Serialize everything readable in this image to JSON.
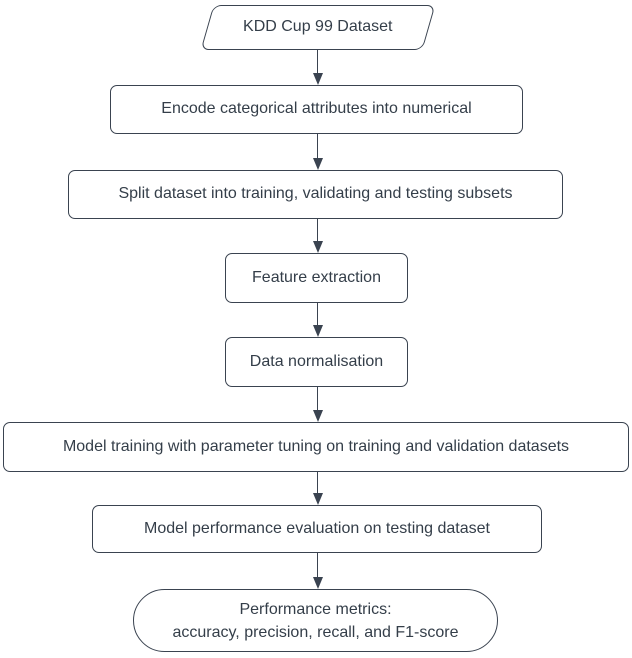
{
  "diagram": {
    "type": "flowchart",
    "colors": {
      "stroke": "#3a4350",
      "text": "#343e49",
      "background": "#ffffff"
    },
    "nodes": [
      {
        "id": "dataset",
        "shape": "parallelogram",
        "label": "KDD Cup 99 Dataset"
      },
      {
        "id": "encode",
        "shape": "rect",
        "label": "Encode categorical attributes into numerical"
      },
      {
        "id": "split",
        "shape": "rect",
        "label": "Split dataset into training, validating and testing subsets"
      },
      {
        "id": "feature",
        "shape": "rect",
        "label": "Feature extraction"
      },
      {
        "id": "normalise",
        "shape": "rect",
        "label": "Data normalisation"
      },
      {
        "id": "train",
        "shape": "rect",
        "label": "Model training with parameter tuning on training and validation datasets"
      },
      {
        "id": "evaluate",
        "shape": "rect",
        "label": "Model performance evaluation on testing dataset"
      },
      {
        "id": "metrics",
        "shape": "terminator",
        "label_line1": "Performance metrics:",
        "label_line2": "accuracy, precision, recall, and F1-score"
      }
    ],
    "edges": [
      {
        "from": "dataset",
        "to": "encode"
      },
      {
        "from": "encode",
        "to": "split"
      },
      {
        "from": "split",
        "to": "feature"
      },
      {
        "from": "feature",
        "to": "normalise"
      },
      {
        "from": "normalise",
        "to": "train"
      },
      {
        "from": "train",
        "to": "evaluate"
      },
      {
        "from": "evaluate",
        "to": "metrics"
      }
    ]
  }
}
